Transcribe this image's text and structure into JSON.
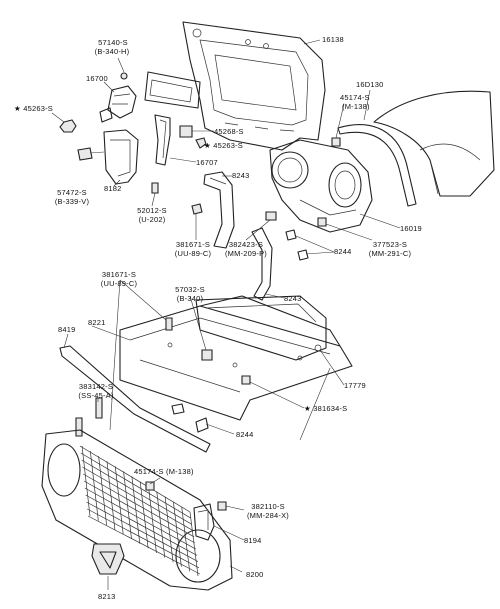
{
  "labels": {
    "p16138": "16138",
    "p57140": "57140-S",
    "p57140_sub": "(B-340-H)",
    "p16700": "16700",
    "p45263_top": "★ 45263-S",
    "p45174_top": "45174-S",
    "p45174_top_sub": "(M-138)",
    "p16D130": "16D130",
    "p45268": "45268-S",
    "p45263_mid": "★ 45263-S",
    "p16707": "16707",
    "p57472": "57472-S",
    "p57472_sub": "(B-339-V)",
    "p8182": "8182",
    "p8243_top": "8243",
    "p52012": "52012-S",
    "p52012_sub": "(U-202)",
    "p16019": "16019",
    "p381671_a": "381671-S",
    "p381671_a_sub": "(UU-89-C)",
    "p382423": "382423-S",
    "p382423_sub": "(MM-209-P)",
    "p377523": "377523-S",
    "p377523_sub": "(MM-291-C)",
    "p8244_top": "8244",
    "p381671_b": "381671-S",
    "p381671_b_sub": "(UU-89-C)",
    "p57032": "57032-S",
    "p57032_sub": "(B-340)",
    "p8243_mid": "8243",
    "p8419": "8419",
    "p8221": "8221",
    "p17779": "17779",
    "p383142": "383142-S",
    "p383142_sub": "(SS-45-A)",
    "p381634": "★ 381634-S",
    "p8244_low": "8244",
    "p45174_low": "45174-S (M-138)",
    "p382110": "382110-S",
    "p382110_sub": "(MM-284-X)",
    "p8194": "8194",
    "p8200": "8200",
    "p8213": "8213"
  }
}
